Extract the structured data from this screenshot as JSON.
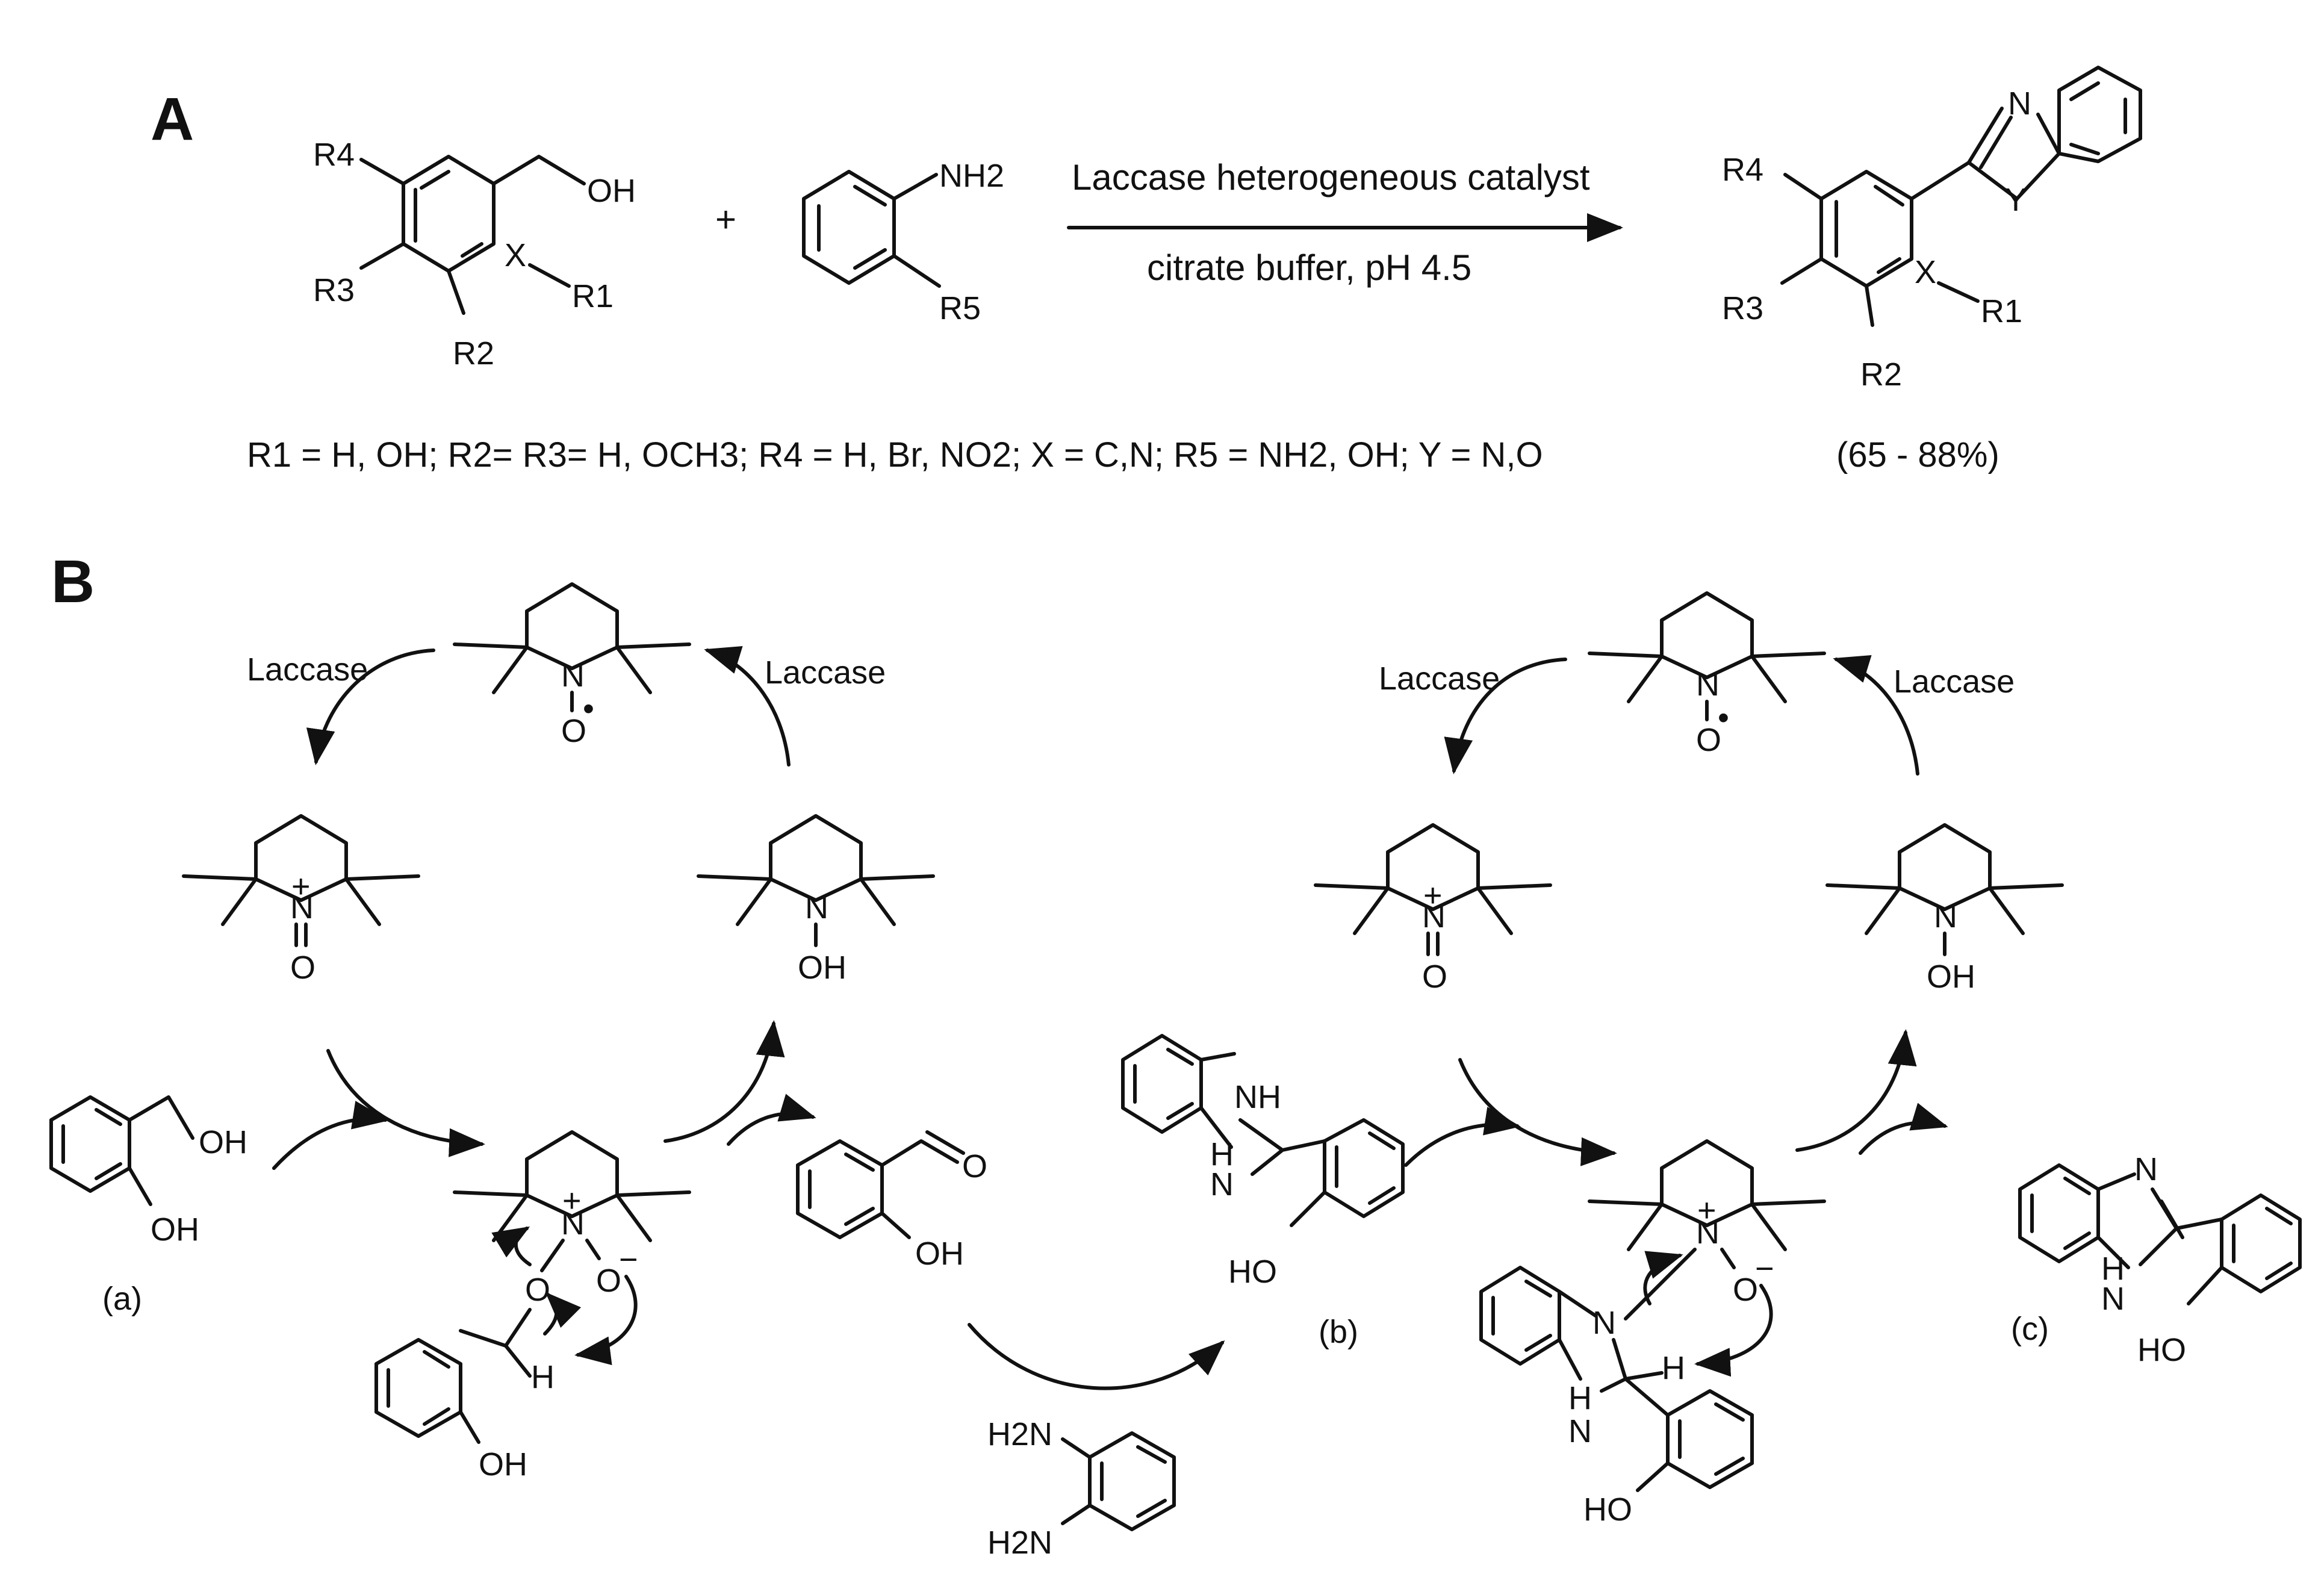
{
  "panel_a": {
    "label": "A",
    "plus": "+",
    "conditions_top": "Laccase heterogeneous catalyst",
    "conditions_bottom": "citrate buffer, pH 4.5",
    "substituents": "R1 = H, OH; R2= R3= H, OCH3; R4 = H, Br, NO2; X = C,N; R5 = NH2, OH; Y = N,O",
    "yield": "(65 - 88%)",
    "atoms": {
      "oh": "OH",
      "x": "X",
      "r1": "R1",
      "r2": "R2",
      "r3": "R3",
      "r4": "R4",
      "r5": "R5",
      "nh2": "NH2",
      "n": "N",
      "y": "Y"
    }
  },
  "panel_b": {
    "label": "B",
    "laccase": "Laccase",
    "label_a": "(a)",
    "label_b": "(b)",
    "label_c": "(c)",
    "atoms": {
      "n": "N",
      "o": "O",
      "oh": "OH",
      "ho": "HO",
      "nh": "NH",
      "h": "H",
      "h2n": "H2N",
      "plus": "+",
      "minus": "−",
      "dot": "•"
    }
  },
  "colors": {
    "ink": "#111111",
    "background": "#ffffff"
  }
}
